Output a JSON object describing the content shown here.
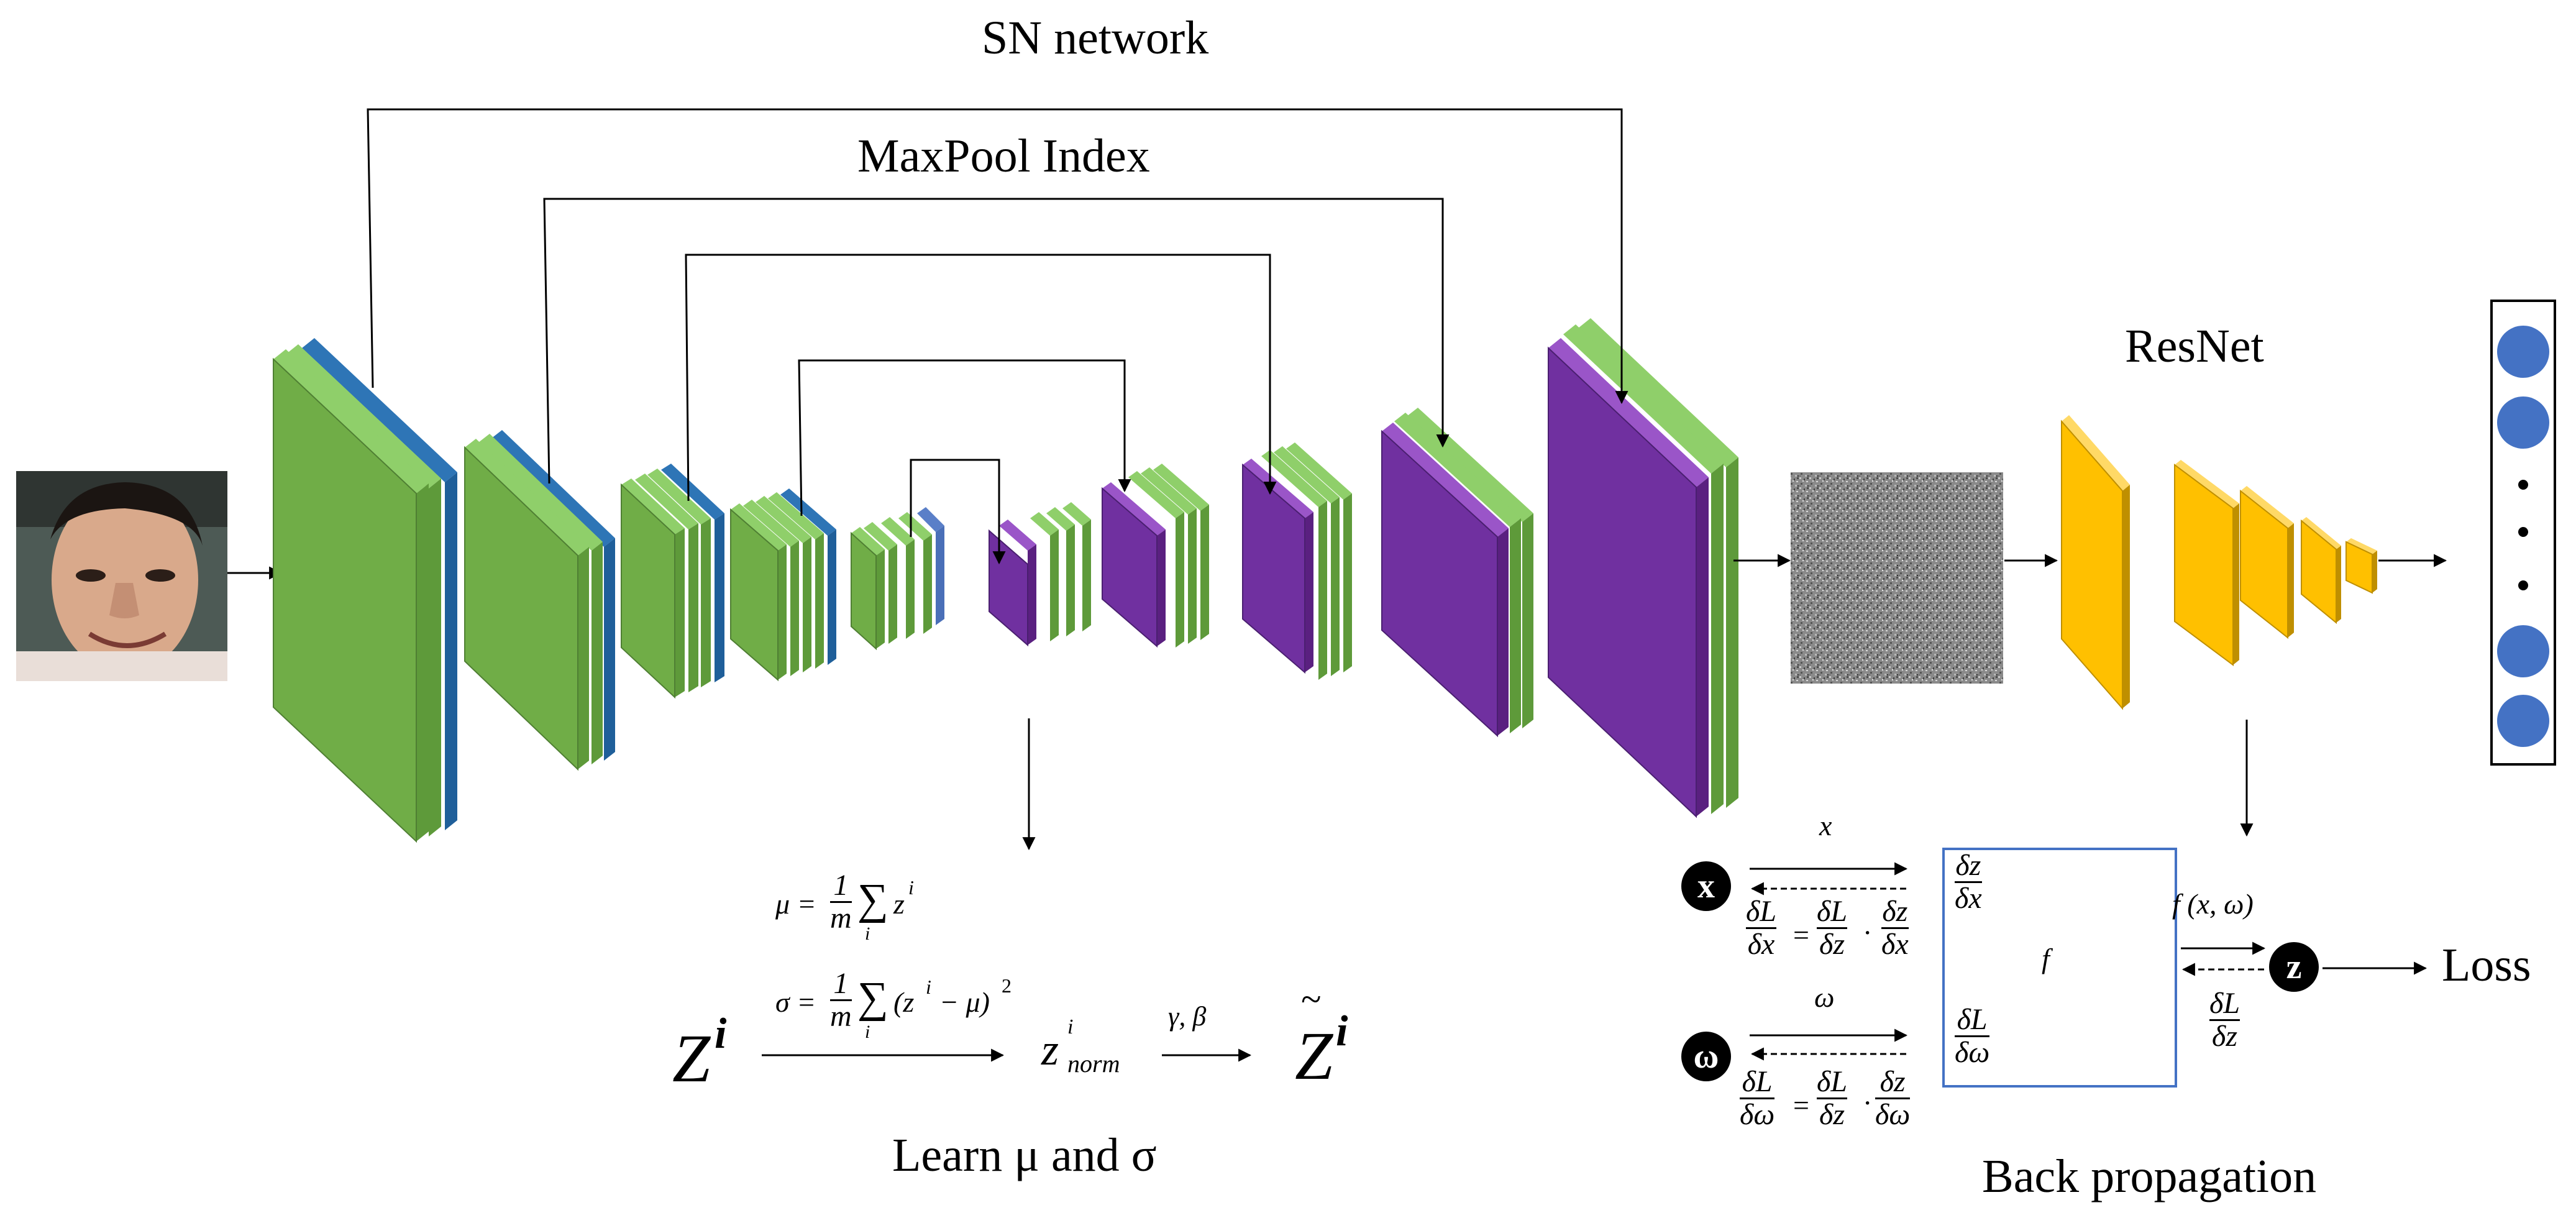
{
  "titles": {
    "sn_network": "SN network",
    "maxpool_index": "MaxPool Index",
    "resnet": "ResNet",
    "loss": "Loss",
    "learn": "Learn μ and σ",
    "back_propagation": "Back propagation"
  },
  "normalization": {
    "mu_lhs": "μ =",
    "one": "1",
    "m": "m",
    "sum": "∑",
    "sub_i": "i",
    "mu_term": "z",
    "mu_sup": "i",
    "sigma_lhs": "σ =",
    "sigma_term": "(z",
    "sigma_tail": "− μ)",
    "sq": "2",
    "z_in": "Z",
    "z_in_sup": "i",
    "z_norm": "z",
    "z_norm_sup": "i",
    "z_norm_sub": "norm",
    "gamma_beta": "γ, β",
    "z_out": "Z",
    "z_out_sup": "i",
    "tilde": "~"
  },
  "backprop": {
    "x_node": "x",
    "w_node": "ω",
    "z_node": "z",
    "x_label": "x",
    "w_label": "ω",
    "f_label": "f",
    "fxw_label": "f (x, ω)",
    "dz": "δz",
    "dx": "δx",
    "dw": "δω",
    "dL": "δL",
    "dLdz_den": "δz",
    "eq": "=",
    "dot": "·"
  },
  "colors": {
    "encoder_green": "#70ad47",
    "encoder_blue": "#2e75b6",
    "decoder_purple": "#7030a0",
    "resnet_yellow": "#ffc000",
    "output_node_blue": "#4472c4",
    "box_border": "#4472c4"
  },
  "icons": [
    "face-photo",
    "noise-image",
    "output-vector"
  ]
}
